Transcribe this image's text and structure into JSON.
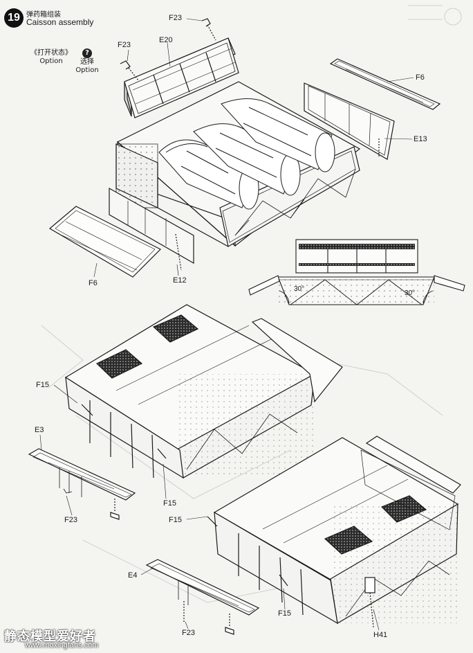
{
  "step": {
    "number": "19",
    "title_cn": "弹药箱组装",
    "title_en": "Caisson assembly"
  },
  "options": {
    "left": {
      "cn": "《打开状态》",
      "en": "Option"
    },
    "right": {
      "icon": "question-icon",
      "cn": "选择",
      "en": "Option"
    }
  },
  "callouts": {
    "f23_top": "F23",
    "f23_left": "F23",
    "e20": "E20",
    "f6_right": "F6",
    "e13": "E13",
    "f6_left": "F6",
    "e12": "E12",
    "angle_left": "30°",
    "angle_right": "30°",
    "f15_mid_top": "F15",
    "e3": "E3",
    "f15_mid_bottom": "F15",
    "f23_mid": "F23",
    "f15_low_top": "F15",
    "e4": "E4",
    "f15_low_bottom": "F15",
    "f23_low": "F23",
    "h41": "H41"
  },
  "watermark": {
    "name": "静态模型爱好者",
    "url": "www.moxingfans.com"
  },
  "colors": {
    "ink": "#1a1a1a",
    "paper": "#f4f4f1",
    "hatch": "#2a2a2a",
    "ghost": "#c8c8c8"
  }
}
